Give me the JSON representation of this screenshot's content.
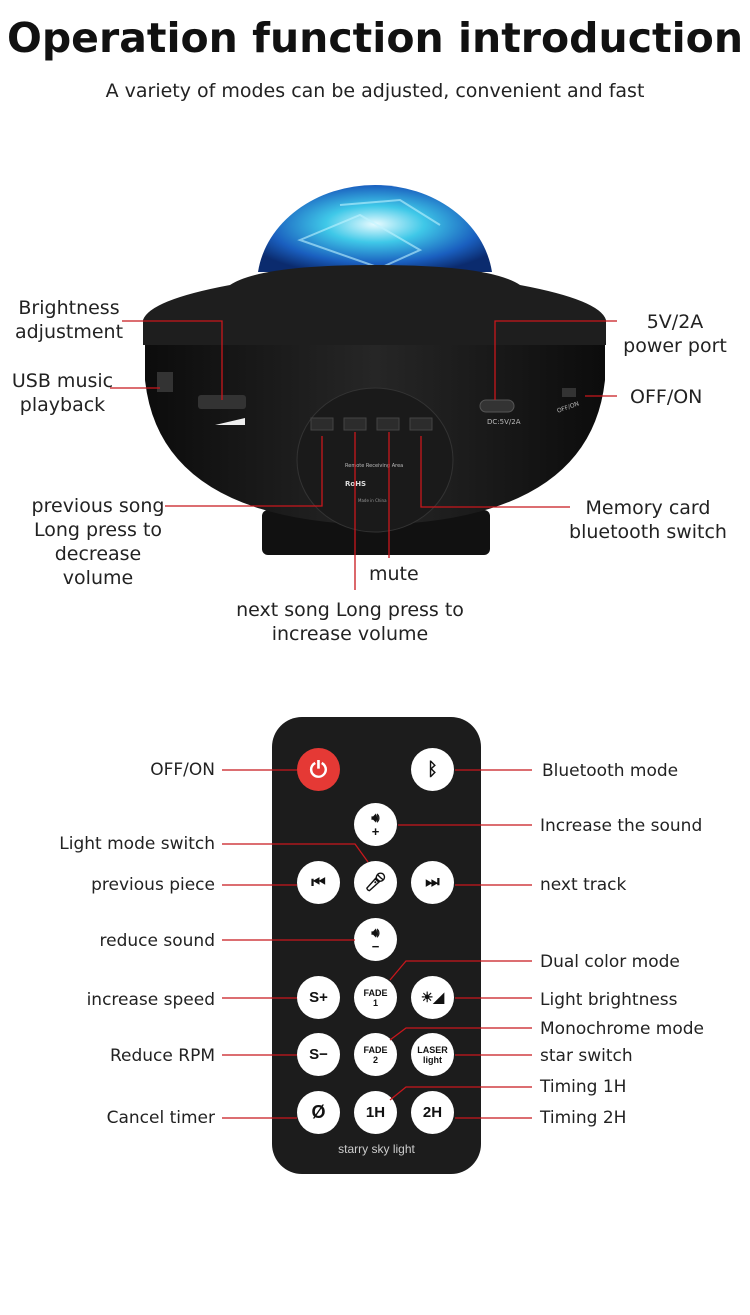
{
  "header": {
    "title": "Operation function introduction",
    "subtitle": "A variety of modes can be adjusted, convenient and fast"
  },
  "device": {
    "labels": {
      "brightness": "Brightness adjustment",
      "usb": "USB music playback",
      "power_port": "5V/2A power port",
      "off_on": "OFF/ON",
      "previous": "previous song Long press to decrease volume",
      "memory": "Memory card bluetooth switch",
      "mute": "mute",
      "next": "next song Long press to increase volume"
    },
    "printed": {
      "dc": "DC:5V/2A",
      "switch": "OFF/ON",
      "remote_area": "Remote Receiving Area",
      "rohs": "RoHS",
      "made": "Made in China"
    }
  },
  "remote": {
    "labels": {
      "off_on": "OFF/ON",
      "bluetooth": "Bluetooth mode",
      "increase_sound": "Increase the sound",
      "light_mode": "Light mode switch",
      "previous": "previous piece",
      "next": "next track",
      "reduce_sound": "reduce sound",
      "dual": "Dual color mode",
      "increase_speed": "increase speed",
      "brightness": "Light brightness",
      "mono": "Monochrome mode",
      "reduce_rpm": "Reduce RPM",
      "star": "star switch",
      "timing1": "Timing 1H",
      "cancel": "Cancel timer",
      "timing2": "Timing 2H"
    },
    "buttons": {
      "s_plus": "S+",
      "s_minus": "S−",
      "fade": "FADE",
      "one": "1",
      "two": "2",
      "laser": "LASER",
      "light": "light",
      "h1": "1H",
      "h2": "2H"
    },
    "brand": "starry sky light"
  },
  "colors": {
    "line": "#c8171c",
    "power": "#e53935"
  }
}
